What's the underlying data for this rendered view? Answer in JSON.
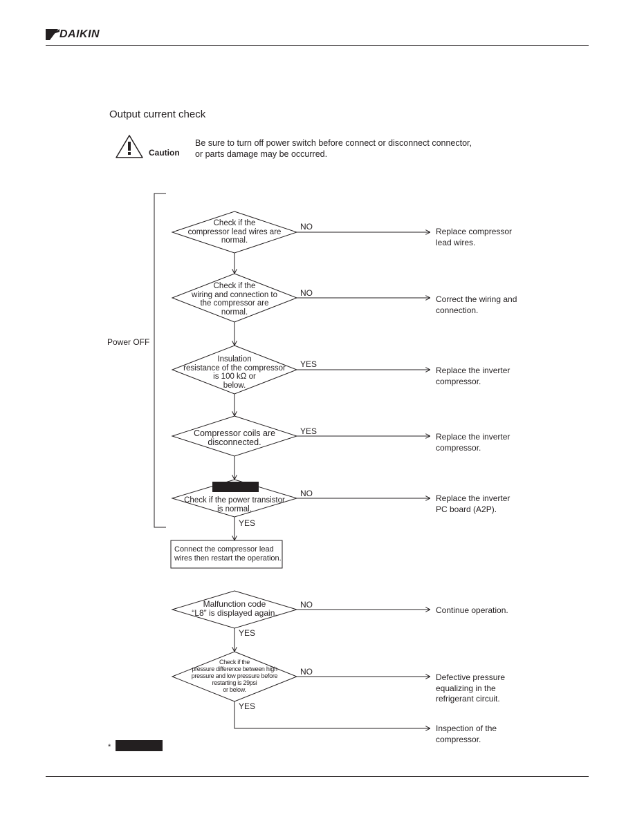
{
  "header": {
    "brand": "DAIKIN"
  },
  "section": {
    "title": "Output current check"
  },
  "caution": {
    "label": "Caution",
    "line1": "Be sure to turn off power switch before connect or disconnect connector,",
    "line2": "or parts damage may be occurred."
  },
  "bracket_label": "Power OFF",
  "decisions": [
    {
      "lines": [
        "Check if the",
        "compressor lead wires are",
        "normal."
      ],
      "branch": "NO",
      "result": [
        "Replace compressor",
        "lead wires."
      ]
    },
    {
      "lines": [
        "Check if the",
        "wiring and connection to",
        "the compressor are",
        "normal."
      ],
      "branch": "NO",
      "result": [
        "Correct the wiring and",
        "connection."
      ]
    },
    {
      "lines": [
        "Insulation",
        "resistance of the compressor",
        "is 100 kΩ or",
        "below."
      ],
      "branch": "YES",
      "result": [
        "Replace the inverter",
        "compressor."
      ]
    },
    {
      "lines": [
        "Compressor coils are",
        "disconnected."
      ],
      "branch": "YES",
      "result": [
        "Replace the inverter",
        "compressor."
      ]
    },
    {
      "lines": [
        "Check if the power transistor",
        "is normal."
      ],
      "branch": "NO",
      "result": [
        "Replace the inverter",
        "PC board (A2P)."
      ],
      "down_label": "YES"
    },
    {
      "lines": [
        "Malfunction code",
        "“L8” is displayed again."
      ],
      "branch": "NO",
      "result": [
        "Continue operation."
      ],
      "down_label": "YES"
    },
    {
      "lines": [
        "Check if the",
        "pressure difference between high",
        "pressure and low pressure before",
        "restarting is 29psi",
        "or below."
      ],
      "branch": "NO",
      "result": [
        "Defective pressure",
        "equalizing in the",
        "refrigerant circuit."
      ],
      "down_label": "YES"
    }
  ],
  "action_box": {
    "lines": [
      "Connect the compressor lead",
      "wires then restart the operation."
    ]
  },
  "final_result": [
    "Inspection of the",
    "compressor."
  ],
  "footnote": {
    "star": "*"
  },
  "colors": {
    "ink": "#231f20",
    "background": "#ffffff"
  }
}
